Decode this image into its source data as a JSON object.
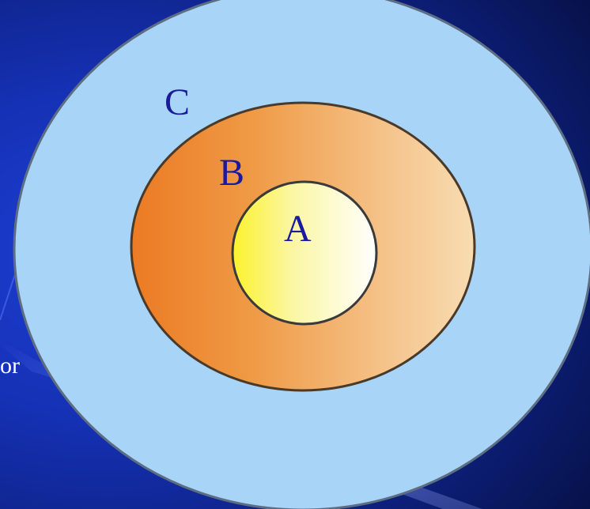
{
  "slide": {
    "partial_text": "or"
  },
  "diagram": {
    "rings": [
      {
        "label": "C",
        "fill_color": "#a8d4f7"
      },
      {
        "label": "B",
        "fill_color": "#ec8a30"
      },
      {
        "label": "A",
        "fill_color": "#fbf63c"
      }
    ],
    "label_color": "#1a1a9c"
  }
}
